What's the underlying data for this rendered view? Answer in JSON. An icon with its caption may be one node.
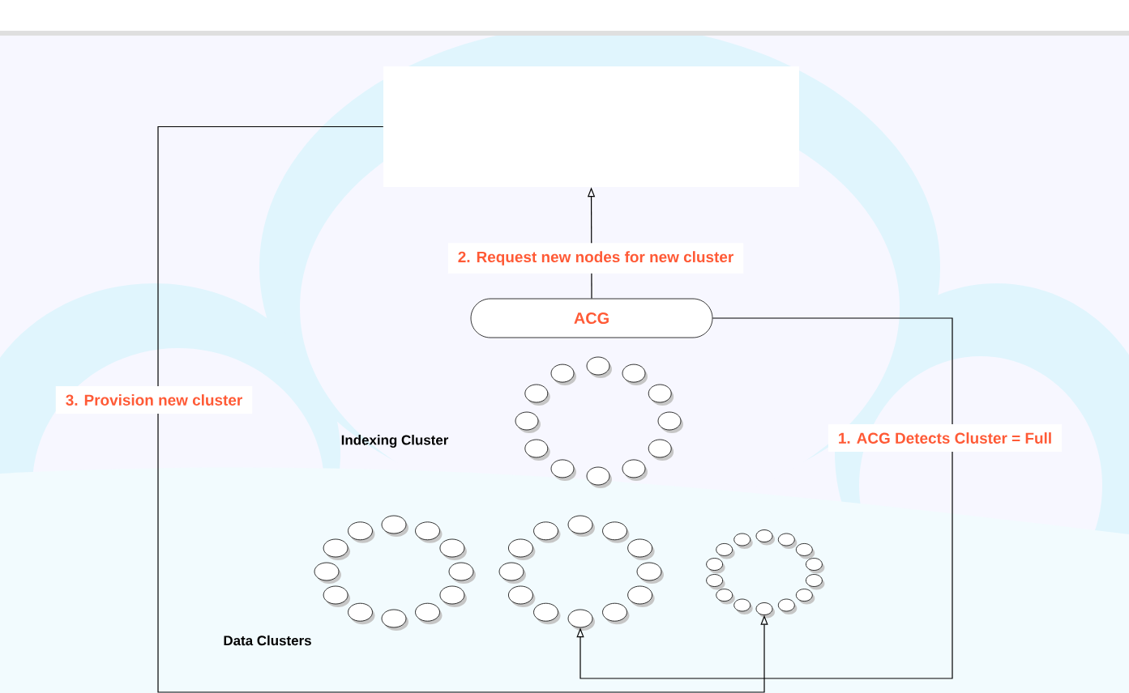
{
  "diagram": {
    "nodes": [
      {
        "text": [],
        "shape": "box"
      },
      {
        "text": [
          "ACG"
        ]
      },
      {
        "text": [],
        "shape": "ring"
      },
      {
        "text": [],
        "shape": "ring"
      },
      {
        "text": [],
        "shape": "ring"
      },
      {
        "text": [],
        "shape": "ring"
      }
    ],
    "edges": [
      {
        "from": 1,
        "to": 0,
        "arrow": "to",
        "label": "2. Request new nodes for new cluster"
      },
      {
        "from": 1,
        "to": 4,
        "arrow": "to",
        "label": "1. ACG Detects Cluster = Full"
      },
      {
        "from": 0,
        "to": 5,
        "arrow": "to",
        "label": "3. Provision new cluster"
      }
    ],
    "labels": [
      "Indexing Cluster",
      "Data Clusters"
    ]
  }
}
